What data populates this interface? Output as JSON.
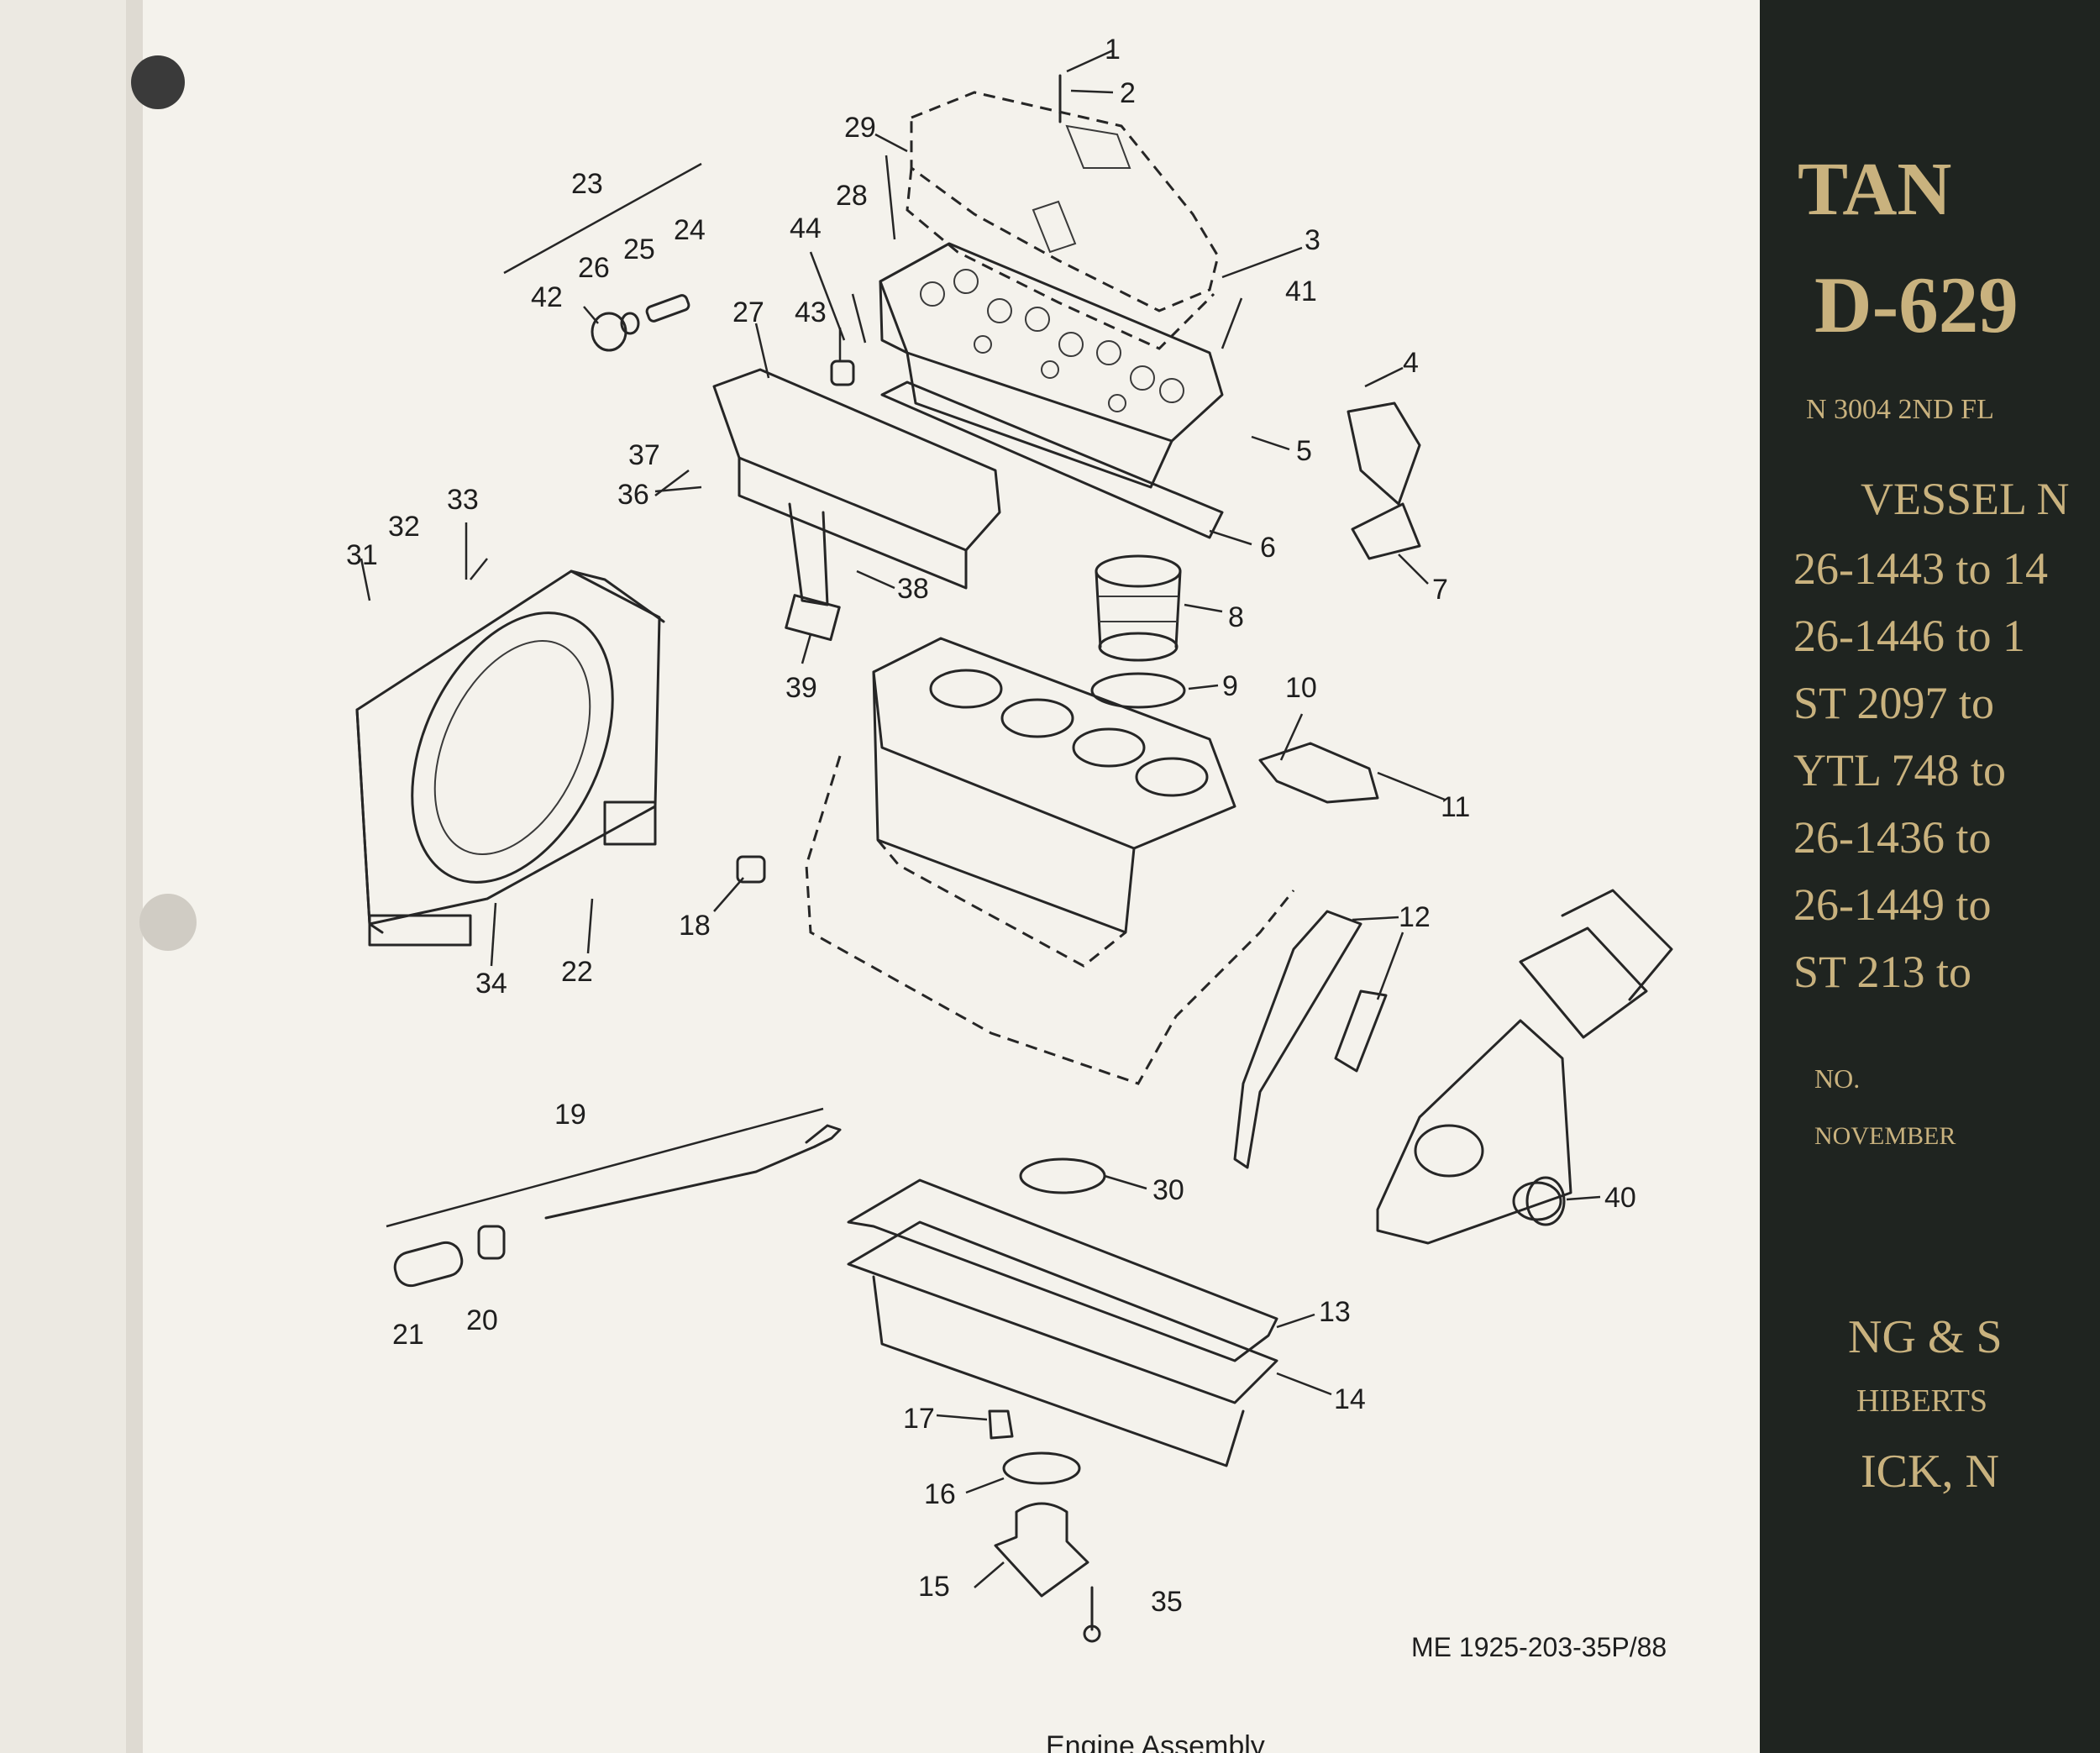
{
  "page": {
    "figure_reference": "ME 1925-203-35P/88",
    "caption": "Engine Assembly"
  },
  "callouts": [
    "1",
    "2",
    "3",
    "4",
    "5",
    "6",
    "7",
    "8",
    "9",
    "10",
    "11",
    "12",
    "13",
    "14",
    "15",
    "16",
    "17",
    "18",
    "19",
    "20",
    "21",
    "22",
    "23",
    "24",
    "25",
    "26",
    "27",
    "28",
    "29",
    "30",
    "31",
    "32",
    "33",
    "34",
    "35",
    "36",
    "37",
    "38",
    "39",
    "40",
    "41",
    "42",
    "43",
    "44"
  ],
  "binder_cover": {
    "lines": [
      "TAN",
      "D-629",
      "N 3004 2ND FL",
      "VESSEL N",
      "26-1443 to 14",
      "26-1446 to 1",
      "ST 2097 to",
      "YTL 748 to",
      "26-1436 to",
      "26-1449 to",
      "ST 213 to",
      "NO.",
      "NOVEMBER",
      "NG & S",
      "HIBERTS",
      "ICK, N"
    ]
  },
  "colors": {
    "paper": "#f4f2ec",
    "ink": "#262626",
    "binder": "#1f2420",
    "binder_text": "#c9b27e",
    "background": "#e9e6de"
  }
}
